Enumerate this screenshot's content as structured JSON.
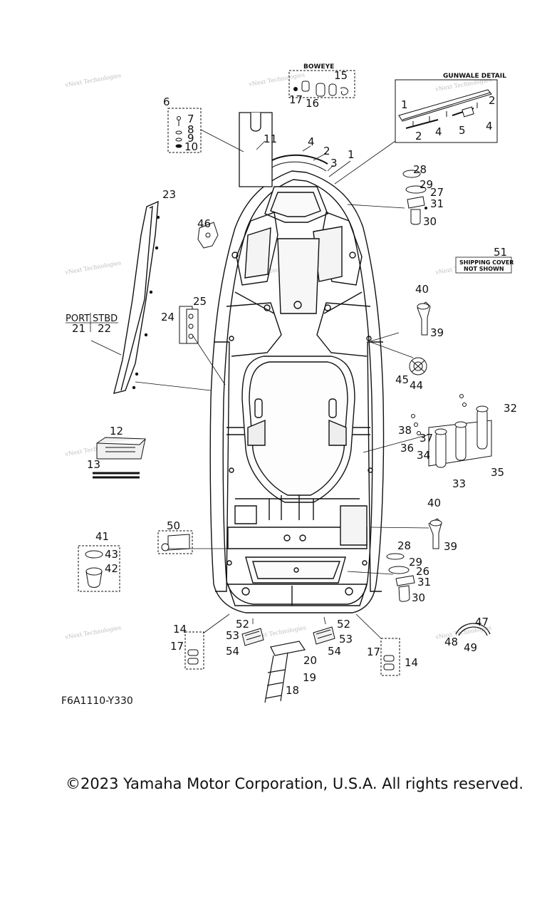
{
  "diagram": {
    "code": "F6A1110-Y330",
    "copyright": "©2023 Yamaha Motor Corporation, U.S.A. All rights reserved.",
    "watermark": "vNext Technologies"
  },
  "section_labels": {
    "boweye": "BOWEYE",
    "gunwale_detail": "GUNWALE DETAIL",
    "port": "PORT",
    "stbd": "STBD",
    "shipping_cover_line1": "SHIPPING COVER",
    "shipping_cover_line2": "NOT SHOWN"
  },
  "callouts": {
    "c1": "1",
    "c2": "2",
    "c3": "3",
    "c4": "4",
    "c5": "5",
    "c6": "6",
    "c7": "7",
    "c8": "8",
    "c9": "9",
    "c10": "10",
    "c11": "11",
    "c12": "12",
    "c13": "13",
    "c14": "14",
    "c15": "15",
    "c16": "16",
    "c17": "17",
    "c18": "18",
    "c19": "19",
    "c20": "20",
    "c21": "21",
    "c22": "22",
    "c23": "23",
    "c24": "24",
    "c25": "25",
    "c26": "26",
    "c27": "27",
    "c28": "28",
    "c29": "29",
    "c30": "30",
    "c31": "31",
    "c32": "32",
    "c33": "33",
    "c34": "34",
    "c35": "35",
    "c36": "36",
    "c37": "37",
    "c38": "38",
    "c39": "39",
    "c40": "40",
    "c41": "41",
    "c42": "42",
    "c43": "43",
    "c44": "44",
    "c45": "45",
    "c46": "46",
    "c47": "47",
    "c48": "48",
    "c49": "49",
    "c50": "50",
    "c51": "51",
    "c52": "52",
    "c53": "53",
    "c54": "54"
  }
}
